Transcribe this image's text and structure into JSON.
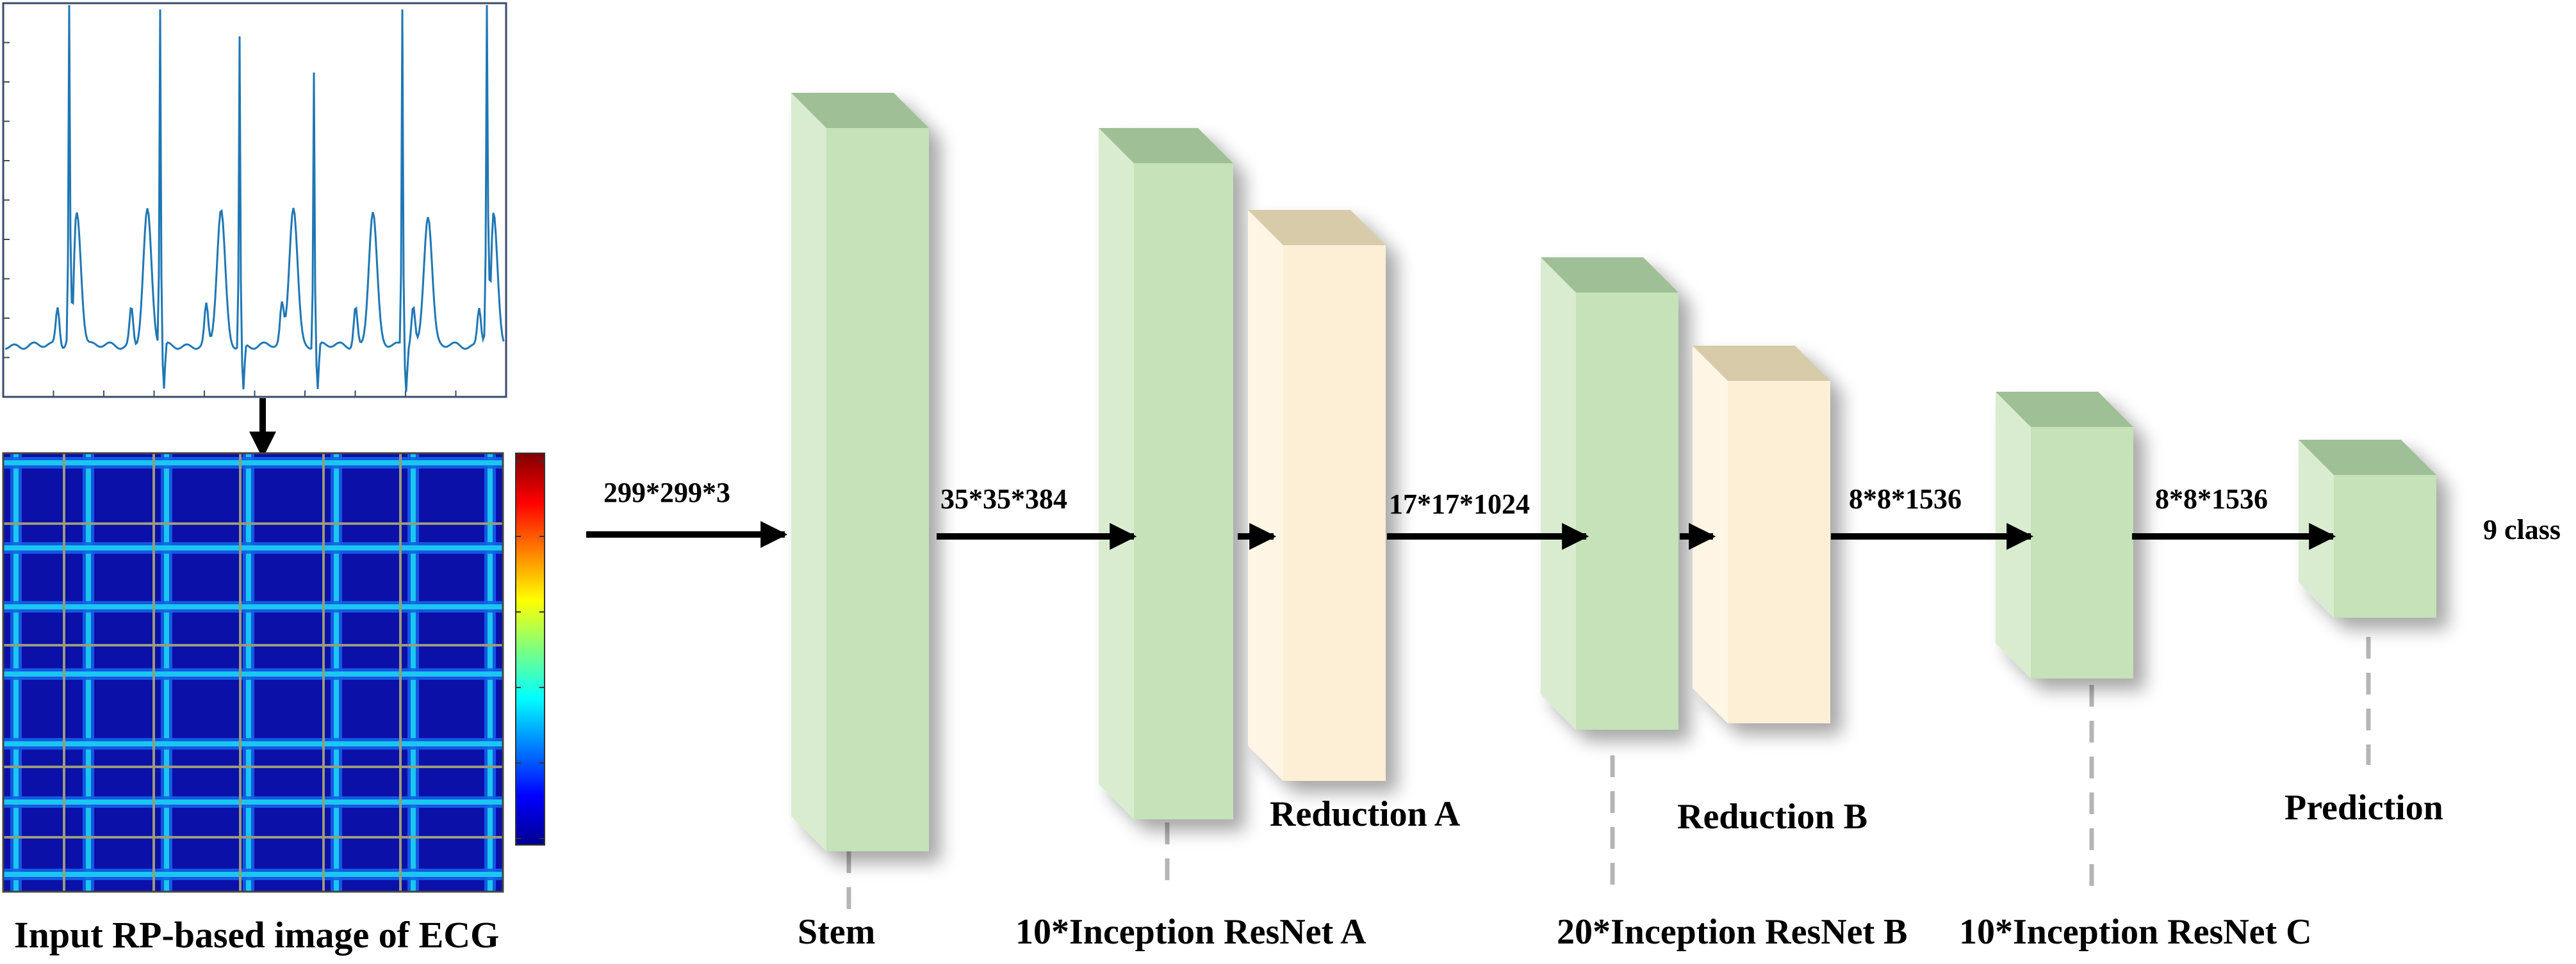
{
  "input": {
    "caption": "Input RP-based image of ECG",
    "ecg_plot": {
      "line_color": "#1f77b4",
      "border_color": "#3b4a6b"
    },
    "rp_image": {
      "background": "#0a10a8",
      "stripe_color": "#19c7f0",
      "grid_line_color": "#9a9a7a",
      "colormap": "jet"
    }
  },
  "pipeline": {
    "input_dim": "299*299*3",
    "blocks": [
      {
        "id": "stem",
        "label": "Stem",
        "kind": "inception"
      },
      {
        "id": "inception-a",
        "label": "10*Inception ResNet A",
        "kind": "inception",
        "in_dim": "35*35*384"
      },
      {
        "id": "reduction-a",
        "label": "Reduction A",
        "kind": "reduction"
      },
      {
        "id": "inception-b",
        "label": "20*Inception ResNet B",
        "kind": "inception",
        "in_dim": "17*17*1024"
      },
      {
        "id": "reduction-b",
        "label": "Reduction B",
        "kind": "reduction"
      },
      {
        "id": "inception-c",
        "label": "10*Inception ResNet C",
        "kind": "inception",
        "in_dim": "8*8*1536"
      },
      {
        "id": "prediction",
        "label": "Prediction",
        "kind": "inception",
        "in_dim": "8*8*1536"
      }
    ],
    "output": "9 class"
  },
  "colors": {
    "green_front": "#c5e2b8",
    "green_side": "#d9ecd0",
    "green_top": "#9fbf97",
    "yellow_front": "#fcefd5",
    "yellow_side": "#fef5e4",
    "yellow_top": "#d8cbaa",
    "arrow": "#000000",
    "dash": "#b5b5b5"
  }
}
